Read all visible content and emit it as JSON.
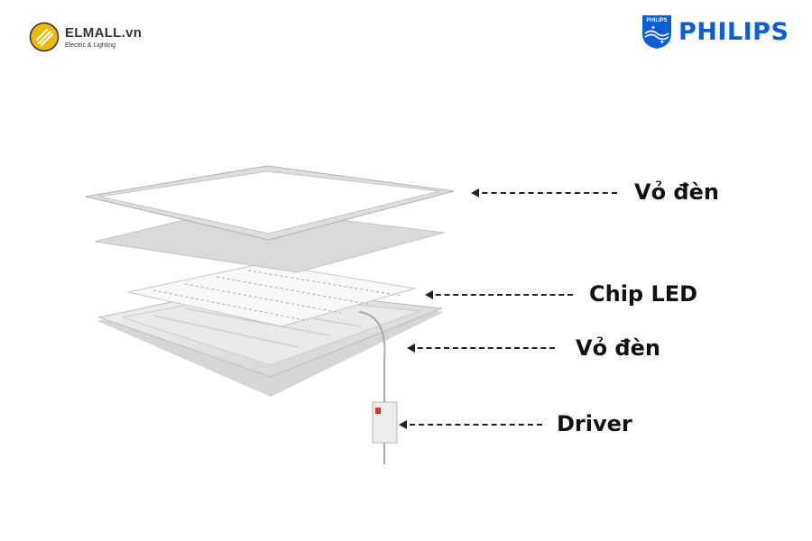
{
  "logos": {
    "elmall": {
      "name": "ELMALL.vn",
      "tagline": "Electric & Lighting"
    },
    "philips": {
      "name": "PHILIPS",
      "shield_text": "PHILIPS"
    }
  },
  "labels": [
    {
      "text": "Vỏ đèn"
    },
    {
      "text": "Chip LED"
    },
    {
      "text": "Vỏ đèn"
    },
    {
      "text": "Driver"
    }
  ],
  "colors": {
    "philips_blue": "#0b5ed7",
    "elmall_yellow": "#f2b705",
    "arrow": "#222222"
  }
}
